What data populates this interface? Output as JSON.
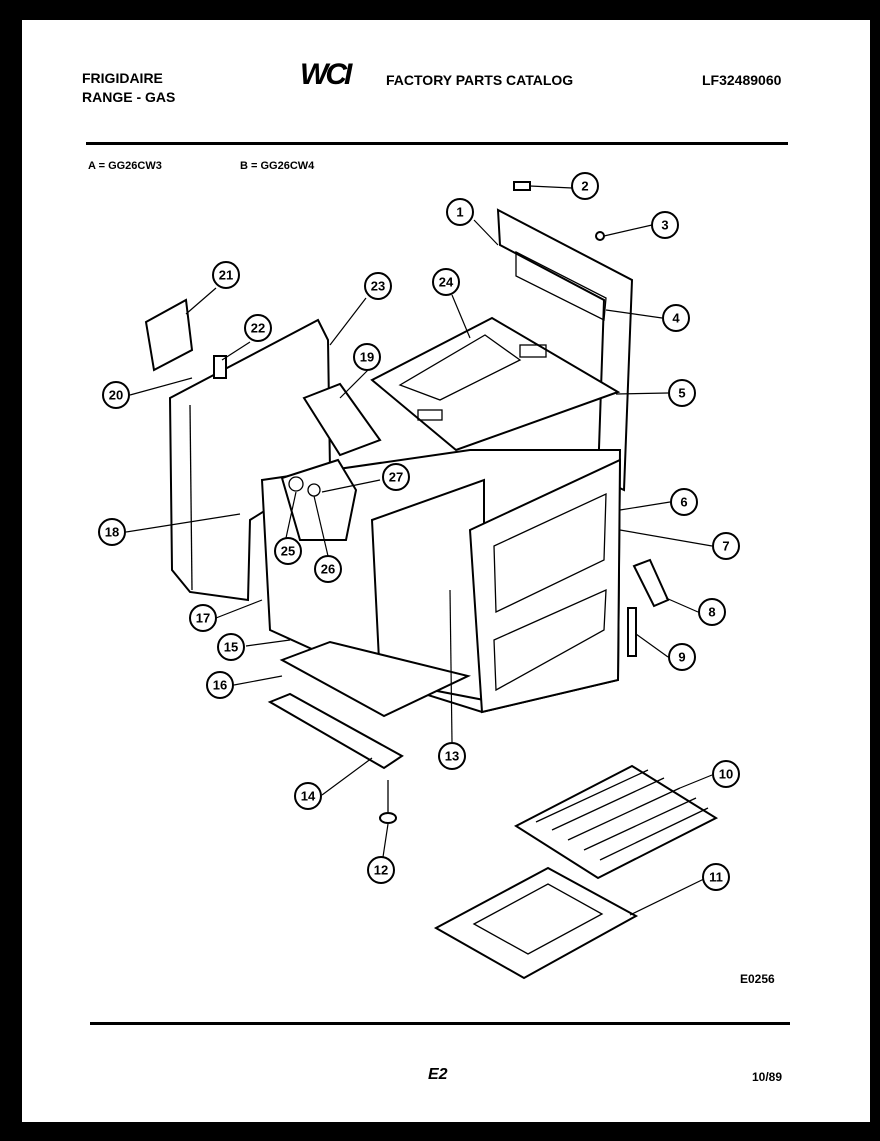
{
  "header": {
    "brand": "FRIGIDAIRE",
    "product": "RANGE - GAS",
    "logo": "WCI",
    "catalog": "FACTORY PARTS CATALOG",
    "catalog_number": "LF32489060"
  },
  "models": {
    "a": "A = GG26CW3",
    "b": "B = GG26CW4"
  },
  "diagram": {
    "code": "E0256",
    "callouts": [
      "1",
      "2",
      "3",
      "4",
      "5",
      "6",
      "7",
      "8",
      "9",
      "10",
      "11",
      "12",
      "13",
      "14",
      "15",
      "16",
      "17",
      "18",
      "19",
      "20",
      "21",
      "22",
      "23",
      "24",
      "25",
      "26",
      "27"
    ]
  },
  "footer": {
    "page": "E2",
    "date": "10/89"
  }
}
